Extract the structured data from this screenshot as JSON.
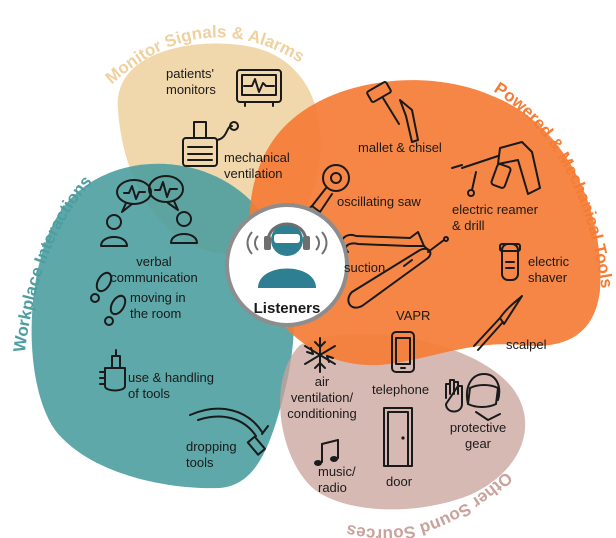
{
  "colors": {
    "monitor": "#efd19e",
    "powered": "#f57c35",
    "workplace": "#4d9ea0",
    "other": "#c9a29b",
    "center_ring": "#8d8d8d",
    "avatar": "#2f7f93"
  },
  "center": {
    "label": "Listeners",
    "icon": "listener-with-headphones-icon"
  },
  "sections": {
    "monitor": {
      "title": "Monitor Signals & Alarms",
      "items": [
        {
          "lines": [
            "patients'",
            "monitors"
          ],
          "icon": "patient-monitor-icon"
        },
        {
          "lines": [
            "mechanical",
            "ventilation"
          ],
          "icon": "ventilator-icon"
        }
      ]
    },
    "powered": {
      "title": "Powered & Mechanical Tools",
      "items": [
        {
          "lines": [
            "mallet & chisel"
          ],
          "icon": "mallet-chisel-icon"
        },
        {
          "lines": [
            "oscillating saw"
          ],
          "icon": "oscillating-saw-icon"
        },
        {
          "lines": [
            "electric reamer",
            "& drill"
          ],
          "icon": "drill-icon"
        },
        {
          "lines": [
            "suction"
          ],
          "icon": "suction-icon"
        },
        {
          "lines": [
            "electric",
            "shaver"
          ],
          "icon": "shaver-icon"
        },
        {
          "lines": [
            "VAPR"
          ],
          "icon": "vapr-probe-icon"
        },
        {
          "lines": [
            "scalpel"
          ],
          "icon": "scalpel-icon"
        }
      ]
    },
    "workplace": {
      "title": "Workplace Interactions",
      "items": [
        {
          "lines": [
            "verbal",
            "communication"
          ],
          "icon": "conversation-icon"
        },
        {
          "lines": [
            "moving in",
            "the room"
          ],
          "icon": "footprints-icon"
        },
        {
          "lines": [
            "use & handling",
            "of tools"
          ],
          "icon": "hand-tool-icon"
        },
        {
          "lines": [
            "dropping",
            "tools"
          ],
          "icon": "falling-tool-icon"
        }
      ]
    },
    "other": {
      "title": "Other Sound Sources",
      "items": [
        {
          "lines": [
            "air",
            "ventilation/",
            "conditioning"
          ],
          "icon": "snowflake-icon"
        },
        {
          "lines": [
            "telephone"
          ],
          "icon": "telephone-icon"
        },
        {
          "lines": [
            "protective",
            "gear"
          ],
          "icon": "protective-gear-icon"
        },
        {
          "lines": [
            "music/",
            "radio"
          ],
          "icon": "music-note-icon"
        },
        {
          "lines": [
            "door"
          ],
          "icon": "door-icon"
        }
      ]
    }
  }
}
